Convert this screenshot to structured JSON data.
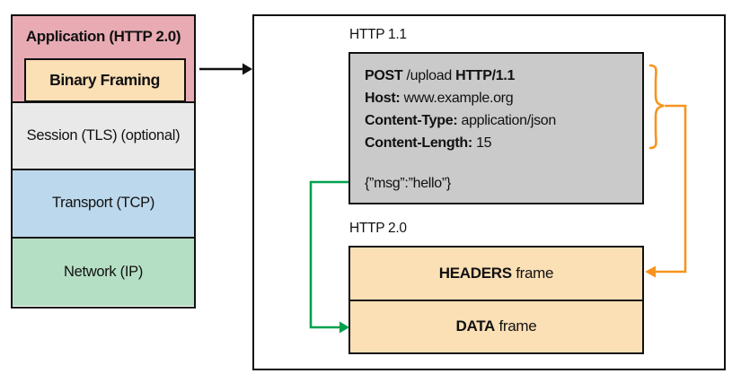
{
  "stack": {
    "layers": [
      {
        "id": "application",
        "label": "Application (HTTP 2.0)"
      },
      {
        "id": "session",
        "label": "Session (TLS) (optional)"
      },
      {
        "id": "transport",
        "label": "Transport (TCP)"
      },
      {
        "id": "network",
        "label": "Network (IP)"
      }
    ],
    "binary_framing_label": "Binary Framing"
  },
  "detail": {
    "http11_label": "HTTP 1.1",
    "request": {
      "method": "POST",
      "path_segment": " /upload ",
      "version": "HTTP/1.1",
      "host_key": "Host:",
      "host_value": " www.example.org",
      "content_type_key": "Content-Type:",
      "content_type_value": " application/json",
      "content_length_key": "Content-Length:",
      "content_length_value": " 15",
      "body": "{”msg”:”hello”}"
    },
    "http20_label": "HTTP 2.0",
    "frames": [
      {
        "bold": "HEADERS",
        "rest": " frame"
      },
      {
        "bold": "DATA",
        "rest": " frame"
      }
    ]
  },
  "colors": {
    "application_fill": "#e8abb4",
    "binary_framing_fill": "#fbdfb5",
    "session_fill": "#e9e9e9",
    "transport_fill": "#bcd8ec",
    "network_fill": "#b5dfc4",
    "request_fill": "#cacaca",
    "frame_fill": "#fbdfb5",
    "border": "#111111",
    "headers_arrow_orange": "#f7941e",
    "body_arrow_green": "#00a14e",
    "stack_arrow_black": "#111111"
  }
}
